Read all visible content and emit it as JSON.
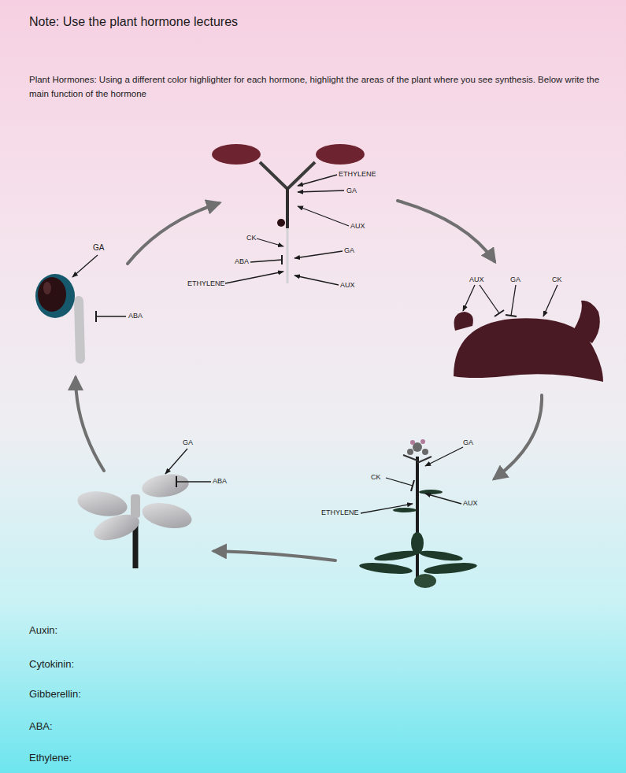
{
  "diagram": {
    "labels": [
      "Note: Use the plant hormone lectures",
      "Plant Hormones: Using a different color highlighter for each hormone, highlight the areas of the plant where you see synthesis. Below write the main function of the hormone",
      "ETHYLENE",
      "GA",
      "AUX",
      "GA",
      "CK",
      "GA",
      "ABA",
      "ETHYLENE",
      "AUX",
      "AUX",
      "GA",
      "CK",
      "ABA",
      "GA",
      "GA",
      "ABA",
      "CK",
      "AUX",
      "ETHYLENE",
      "Auxin:",
      "Cytokinin:",
      "Gibberellin:",
      "ABA:",
      "Ethylene:"
    ]
  }
}
